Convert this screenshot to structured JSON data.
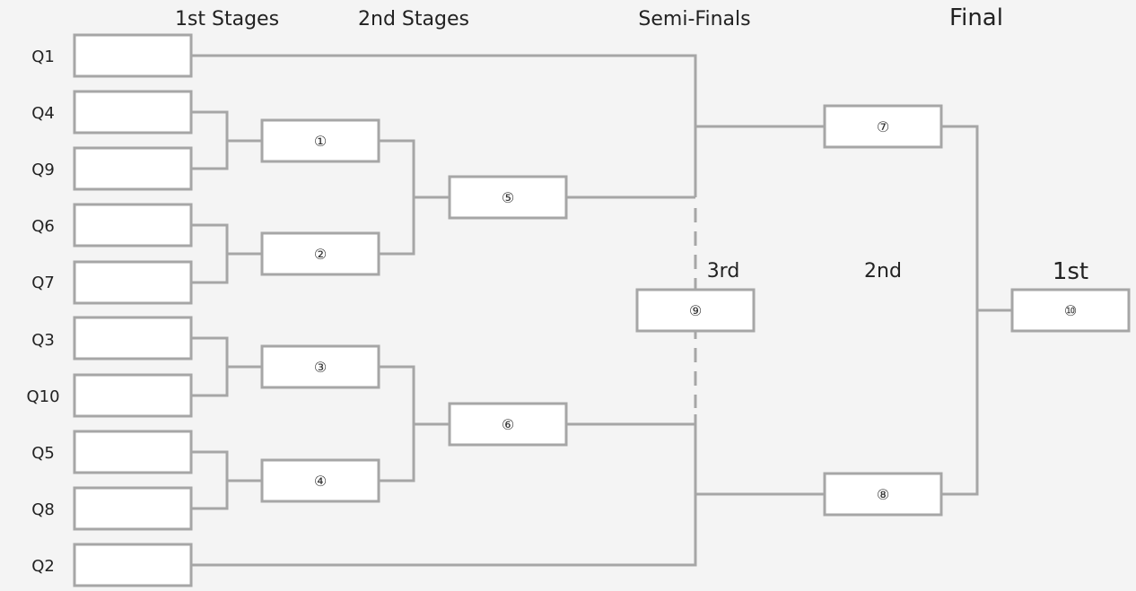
{
  "headers": {
    "stage1": "1st Stages",
    "stage2": "2nd Stages",
    "semis": "Semi-Finals",
    "final": "Final"
  },
  "qualifiers": [
    "Q1",
    "Q4",
    "Q9",
    "Q6",
    "Q7",
    "Q3",
    "Q10",
    "Q5",
    "Q8",
    "Q2"
  ],
  "matches": {
    "m1": "①",
    "m2": "②",
    "m3": "③",
    "m4": "④",
    "m5": "⑤",
    "m6": "⑥",
    "m7": "⑦",
    "m8": "⑧",
    "m9": "⑨",
    "m10": "⑩"
  },
  "places": {
    "third": "3rd",
    "second": "2nd",
    "first": "1st"
  },
  "colors": {
    "background": "#f4f4f4",
    "line": "#a6a6a6",
    "box_fill": "#ffffff"
  }
}
